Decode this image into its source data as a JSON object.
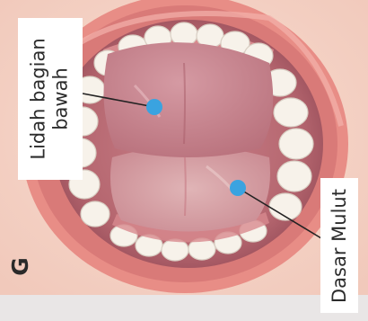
{
  "panel_letter": "G",
  "labels": {
    "tongue_underside": {
      "line1": "Lidah bagian",
      "line2": "bawah"
    },
    "mouth_floor": "Dasar Mulut"
  },
  "colors": {
    "marker": "#3aa3e0",
    "leader_line": "#222222",
    "lip": "#e88d86",
    "mouth_interior": "#b86a74",
    "skin": "#f6d8cc",
    "teeth": "#f7f2ea"
  }
}
